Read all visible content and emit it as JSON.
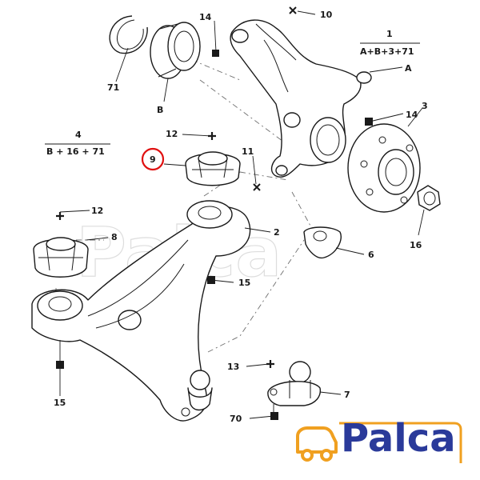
{
  "watermark": {
    "text": "Palca"
  },
  "logo": {
    "text": "Palca",
    "text_color": "#2a3a9a",
    "frame_color": "#f0a020"
  },
  "highlight_color": "#e01010",
  "callouts": [
    {
      "id": "c10",
      "text": "10",
      "marker": "star"
    },
    {
      "id": "c14a",
      "text": "14",
      "marker": "square"
    },
    {
      "id": "c71",
      "text": "71"
    },
    {
      "id": "cB",
      "text": "B"
    },
    {
      "id": "cA",
      "text": "A"
    },
    {
      "id": "c14b",
      "text": "14",
      "marker": "square"
    },
    {
      "id": "c3",
      "text": "3"
    },
    {
      "id": "c12a",
      "text": "12",
      "marker": "plus"
    },
    {
      "id": "c9",
      "text": "9",
      "highlighted": true
    },
    {
      "id": "c11",
      "text": "11",
      "marker": "star"
    },
    {
      "id": "c12b",
      "text": "12",
      "marker": "plus"
    },
    {
      "id": "c8",
      "text": "8"
    },
    {
      "id": "c2",
      "text": "2"
    },
    {
      "id": "c6",
      "text": "6"
    },
    {
      "id": "c16",
      "text": "16"
    },
    {
      "id": "c15a",
      "text": "15",
      "marker": "square"
    },
    {
      "id": "c15b",
      "text": "15",
      "marker": "square"
    },
    {
      "id": "c13",
      "text": "13",
      "marker": "plus"
    },
    {
      "id": "c7",
      "text": "7"
    },
    {
      "id": "c70",
      "text": "70",
      "marker": "square"
    }
  ],
  "kit_formulas": [
    {
      "id": "k1",
      "number": "1",
      "formula": "A+B+3+71"
    },
    {
      "id": "k4",
      "number": "4",
      "formula": "B + 16 + 71"
    }
  ]
}
